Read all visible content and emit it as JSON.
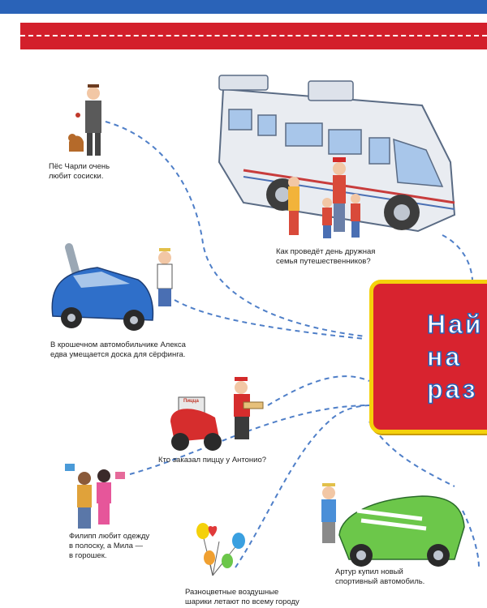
{
  "captions": {
    "charlie": [
      "Пёс Чарли очень",
      "любит сосиски."
    ],
    "family": [
      "Как проведёт день дружная",
      "семья путешественников?"
    ],
    "alex": [
      "В крошечном автомобильчике Алекса",
      "едва умещается доска для сёрфинга."
    ],
    "pizza": [
      "Кто заказал пиццу у Антонио?"
    ],
    "philipp": [
      "Филипп любит одежду",
      "в полоску, а Мила —",
      "в горошек."
    ],
    "arthur": [
      "Артур купил новый",
      "спортивный автомобиль."
    ],
    "balloons": [
      "Разноцветные воздушные",
      "шарики летают по всему городу"
    ]
  },
  "panel": {
    "lines": [
      "Най",
      "на",
      "раз"
    ]
  },
  "pizza_box_label": "Пицца",
  "colors": {
    "red_band": "#d31f2b",
    "blue_band": "#2a63b8",
    "panel_border": "#f4d10b",
    "dash": "#4f7fc8"
  }
}
